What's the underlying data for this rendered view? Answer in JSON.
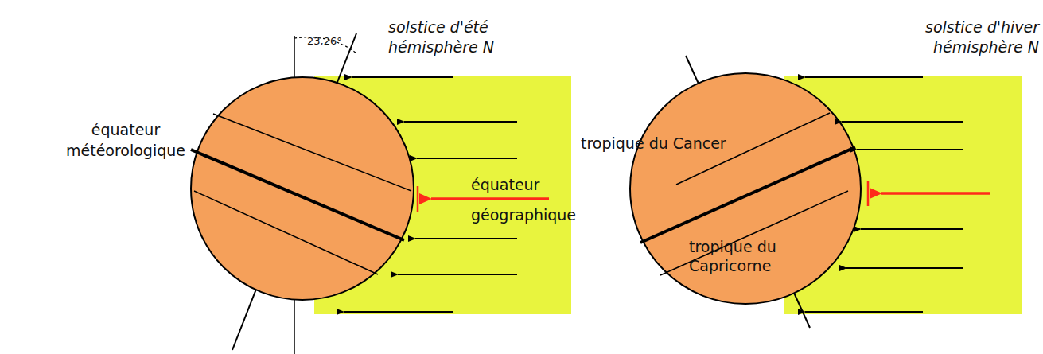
{
  "diagram": {
    "labels": [
      "23,26°",
      "solstice d'été hémisphère N",
      "équateur météorologique",
      "équateur géographique",
      "solstice d'hiver hémisphère N",
      "tropique du Cancer",
      "tropique du Capricorne"
    ]
  }
}
